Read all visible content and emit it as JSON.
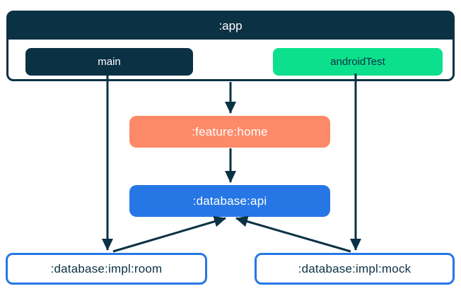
{
  "colors": {
    "navy": "#0b3144",
    "green": "#0ce08d",
    "coral": "#fc8a68",
    "blue": "#2677e5",
    "background": "#ffffff"
  },
  "app_container": {
    "title": ":app",
    "source_sets": [
      {
        "label": "main",
        "color": "#0b3144"
      },
      {
        "label": "androidTest",
        "color": "#0ce08d"
      }
    ]
  },
  "modules": {
    "feature_home": {
      "label": ":feature:home",
      "color": "#fc8a68"
    },
    "database_api": {
      "label": ":database:api",
      "color": "#2677e5"
    },
    "database_impl_room": {
      "label": ":database:impl:room",
      "color": "#ffffff"
    },
    "database_impl_mock": {
      "label": ":database:impl:mock",
      "color": "#ffffff"
    }
  },
  "edges": [
    {
      "from": ":app",
      "to": ":feature:home"
    },
    {
      "from": ":feature:home",
      "to": ":database:api"
    },
    {
      "from": ":app (main)",
      "to": ":database:impl:room"
    },
    {
      "from": ":app (androidTest)",
      "to": ":database:impl:mock"
    },
    {
      "from": ":database:impl:room",
      "to": ":database:api"
    },
    {
      "from": ":database:impl:mock",
      "to": ":database:api"
    }
  ]
}
